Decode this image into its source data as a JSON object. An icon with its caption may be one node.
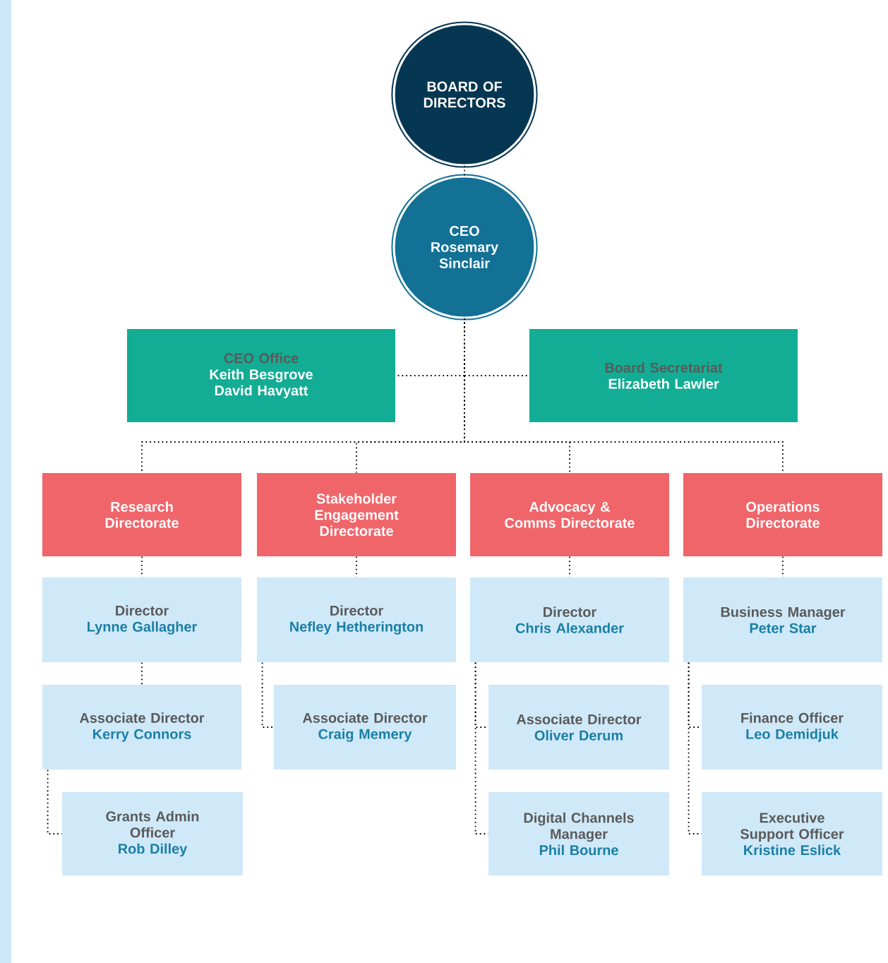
{
  "diagram": {
    "nodes": [
      {
        "text": [
          "BOARD OF DIRECTORS"
        ]
      },
      {
        "text": [
          "CEO",
          "Rosemary Sinclair"
        ]
      },
      {
        "text": [
          "CEO Office",
          "Keith Besgrove",
          "David Havyatt"
        ]
      },
      {
        "text": [
          "Board Secretariat",
          "Elizabeth Lawler"
        ]
      },
      {
        "text": [
          "Research Directorate"
        ]
      },
      {
        "text": [
          "Stakeholder Engagement Directorate"
        ]
      },
      {
        "text": [
          "Advocacy & Comms Directorate"
        ]
      },
      {
        "text": [
          "Operations Directorate"
        ]
      },
      {
        "text": [
          "Director",
          "Lynne Gallagher"
        ]
      },
      {
        "text": [
          "Associate Director",
          "Kerry Connors"
        ]
      },
      {
        "text": [
          "Grants Admin Officer",
          "Rob Dilley"
        ]
      },
      {
        "text": [
          "Director",
          "Nefley Hetherington"
        ]
      },
      {
        "text": [
          "Associate Director",
          "Craig Memery"
        ]
      },
      {
        "text": [
          "Director",
          "Chris Alexander"
        ]
      },
      {
        "text": [
          "Associate Director",
          "Oliver Derum"
        ]
      },
      {
        "text": [
          "Digital Channels Manager",
          "Phil Bourne"
        ]
      },
      {
        "text": [
          "Business Manager",
          "Peter Star"
        ]
      },
      {
        "text": [
          "Finance Officer",
          "Leo Demidjuk"
        ]
      },
      {
        "text": [
          "Executive Support Officer",
          "Kristine Eslick"
        ]
      }
    ],
    "edges": [
      {
        "from": 0,
        "to": 1,
        "arrow": "none"
      },
      {
        "from": 1,
        "to": 2,
        "arrow": "none"
      },
      {
        "from": 1,
        "to": 3,
        "arrow": "none"
      },
      {
        "from": 1,
        "to": 4,
        "arrow": "none"
      },
      {
        "from": 1,
        "to": 5,
        "arrow": "none"
      },
      {
        "from": 1,
        "to": 6,
        "arrow": "none"
      },
      {
        "from": 1,
        "to": 7,
        "arrow": "none"
      },
      {
        "from": 4,
        "to": 8,
        "arrow": "none"
      },
      {
        "from": 8,
        "to": 9,
        "arrow": "none"
      },
      {
        "from": 9,
        "to": 10,
        "arrow": "none"
      },
      {
        "from": 5,
        "to": 11,
        "arrow": "none"
      },
      {
        "from": 11,
        "to": 12,
        "arrow": "none"
      },
      {
        "from": 6,
        "to": 13,
        "arrow": "none"
      },
      {
        "from": 13,
        "to": 14,
        "arrow": "none"
      },
      {
        "from": 13,
        "to": 15,
        "arrow": "none"
      },
      {
        "from": 7,
        "to": 16,
        "arrow": "none"
      },
      {
        "from": 16,
        "to": 17,
        "arrow": "none"
      },
      {
        "from": 16,
        "to": 18,
        "arrow": "none"
      }
    ]
  }
}
